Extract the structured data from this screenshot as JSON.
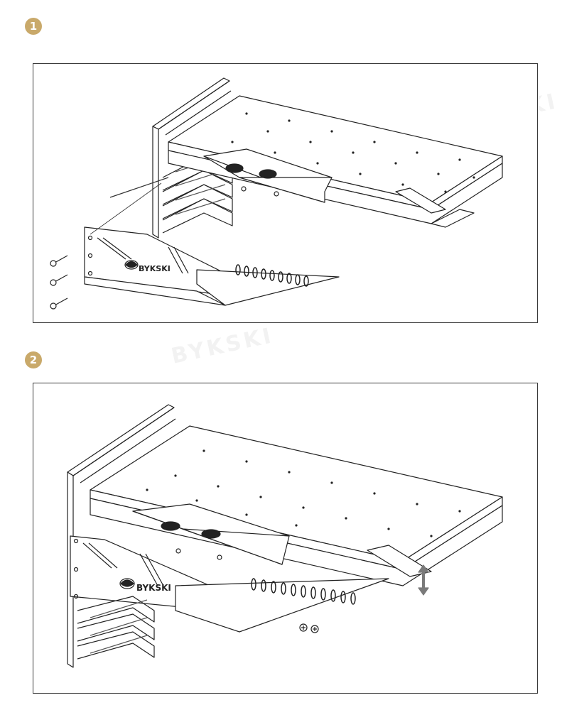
{
  "steps": [
    {
      "number": "1",
      "logo_text": "BYKSKI"
    },
    {
      "number": "2",
      "logo_text": "BYKSKI"
    }
  ],
  "watermark": {
    "text": "BYKSKI"
  },
  "colors": {
    "badge": "#c9a96a",
    "line": "#222222",
    "accent_arrow": "#7a7a7a"
  }
}
